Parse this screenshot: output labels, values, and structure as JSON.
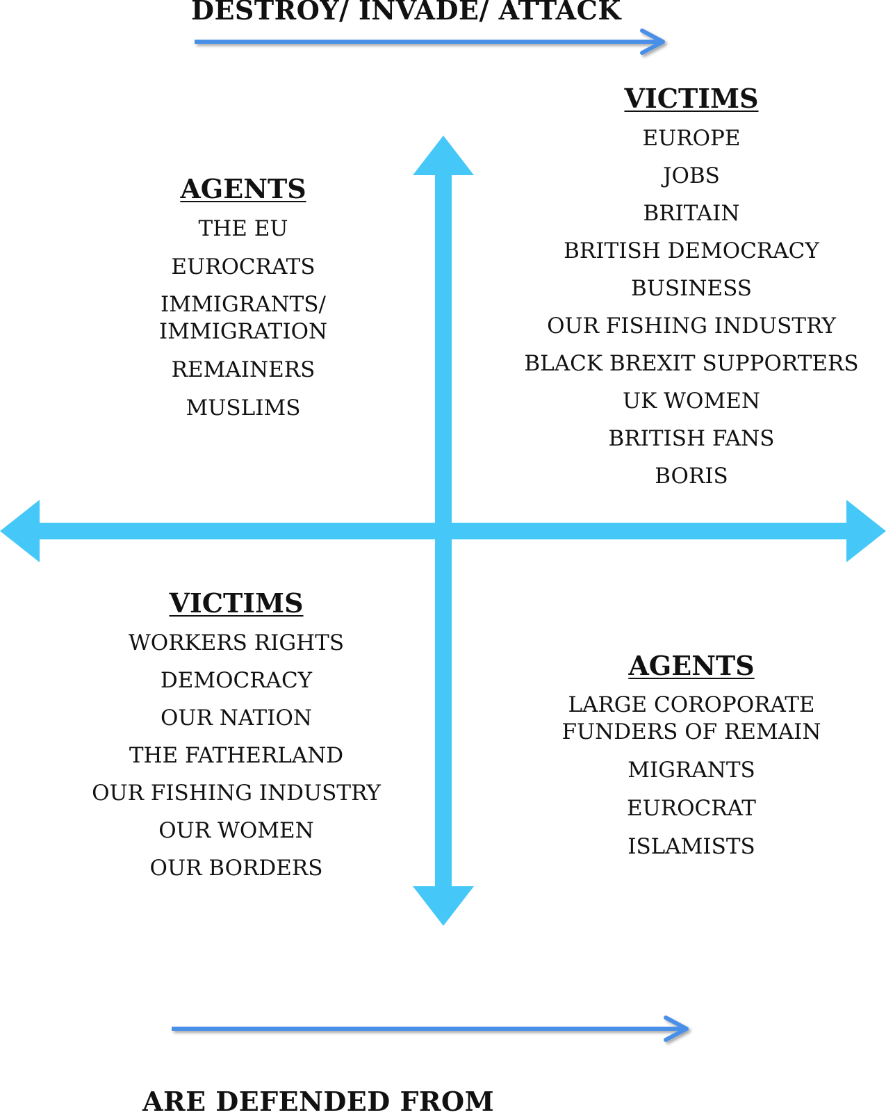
{
  "top_caption": "DESTROY/ INVADE/ ATTACK",
  "bottom_caption": "ARE DEFENDED FROM",
  "colors": {
    "axis": "#45c8f8",
    "direction_arrow": "#4a8fe8",
    "text": "#111111"
  },
  "quadrants": {
    "top_left": {
      "title": "AGENTS",
      "items": [
        "THE EU",
        "EUROCRATS",
        "IMMIGRANTS/\nIMMIGRATION",
        "REMAINERS",
        "MUSLIMS"
      ]
    },
    "top_right": {
      "title": "VICTIMS",
      "items": [
        "EUROPE",
        "JOBS",
        "BRITAIN",
        "BRITISH DEMOCRACY",
        "BUSINESS",
        "OUR FISHING INDUSTRY",
        "BLACK BREXIT SUPPORTERS",
        "UK WOMEN",
        "BRITISH FANS",
        "BORIS"
      ]
    },
    "bottom_left": {
      "title": "VICTIMS",
      "items": [
        "WORKERS RIGHTS",
        "DEMOCRACY",
        "OUR NATION",
        "THE FATHERLAND",
        "OUR FISHING INDUSTRY",
        "OUR WOMEN",
        "OUR BORDERS"
      ]
    },
    "bottom_right": {
      "title": "AGENTS",
      "items": [
        "LARGE COROPORATE\nFUNDERS OF REMAIN",
        "MIGRANTS",
        "EUROCRAT",
        "ISLAMISTS"
      ]
    }
  }
}
